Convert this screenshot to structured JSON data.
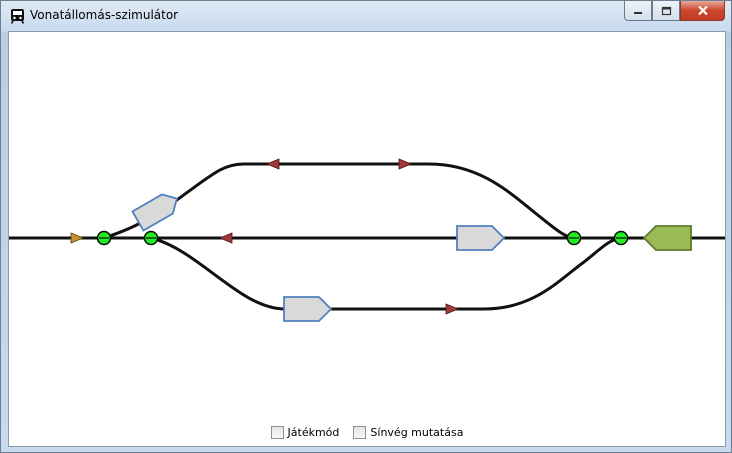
{
  "window": {
    "title": "Vonatállomás-szimulátor",
    "app_icon": "train-icon",
    "controls": {
      "minimize": "minimize-icon",
      "maximize": "maximize-icon",
      "close": "close-icon"
    }
  },
  "options": [
    {
      "label": "Játékmód",
      "checked": false
    },
    {
      "label": "Sínvég mutatása",
      "checked": false
    }
  ],
  "colors": {
    "track": "#111111",
    "switch_point": "#22ee22",
    "signal_red": "#a33a3a",
    "signal_entry": "#c8932c",
    "train_body": "#d9d9d9",
    "train_border": "#4f81bd",
    "active_train": "#9bbb59"
  }
}
